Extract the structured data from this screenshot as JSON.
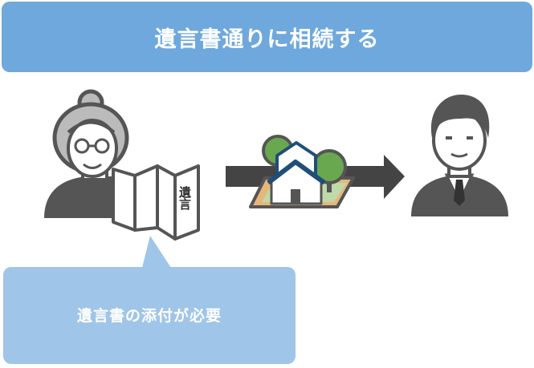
{
  "header": {
    "title": "遺言書通りに相続する"
  },
  "will_document": {
    "label": "遺言"
  },
  "callout": {
    "text": "遺言書の添付が必要"
  },
  "icons": {
    "grandmother": "elderly-woman-icon",
    "will": "folded-will-document-icon",
    "property": "house-with-trees-icon",
    "arrow": "right-arrow-icon",
    "heir": "man-in-suit-icon"
  },
  "colors": {
    "header_bg": "#6fa8dc",
    "callout_bg": "#9fc5e8",
    "figure_gray": "#555555",
    "arrow_gray": "#444444",
    "roof_blue": "#1f4e79",
    "tree_green": "#6aa84f",
    "ground": "#e6b77a"
  }
}
